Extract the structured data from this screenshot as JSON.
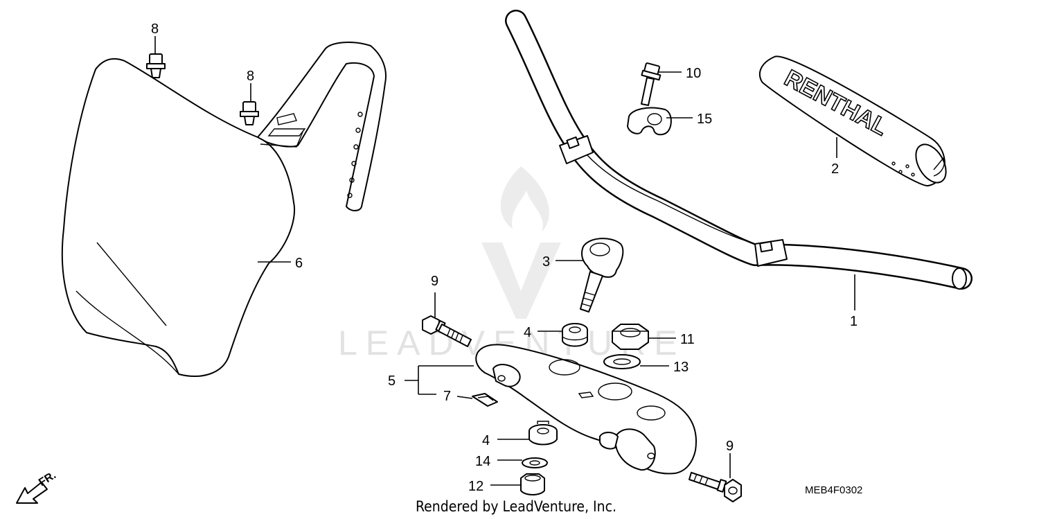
{
  "diagram": {
    "watermark": "LEADVENTURE",
    "credit": "Rendered by LeadVenture, Inc.",
    "diagram_code": "MEB4F0302",
    "direction_label": "FR.",
    "grip_brand": "RENTHAL",
    "colors": {
      "line": "#000000",
      "background": "#ffffff",
      "watermark": "#e2e2e2"
    },
    "callouts": [
      {
        "id": "c1",
        "label": "1"
      },
      {
        "id": "c2",
        "label": "2"
      },
      {
        "id": "c3",
        "label": "3"
      },
      {
        "id": "c4a",
        "label": "4"
      },
      {
        "id": "c4b",
        "label": "4"
      },
      {
        "id": "c5",
        "label": "5"
      },
      {
        "id": "c6",
        "label": "6"
      },
      {
        "id": "c7",
        "label": "7"
      },
      {
        "id": "c8a",
        "label": "8"
      },
      {
        "id": "c8b",
        "label": "8"
      },
      {
        "id": "c9a",
        "label": "9"
      },
      {
        "id": "c9b",
        "label": "9"
      },
      {
        "id": "c10",
        "label": "10"
      },
      {
        "id": "c11",
        "label": "11"
      },
      {
        "id": "c12",
        "label": "12"
      },
      {
        "id": "c13",
        "label": "13"
      },
      {
        "id": "c14",
        "label": "14"
      },
      {
        "id": "c15",
        "label": "15"
      }
    ]
  }
}
